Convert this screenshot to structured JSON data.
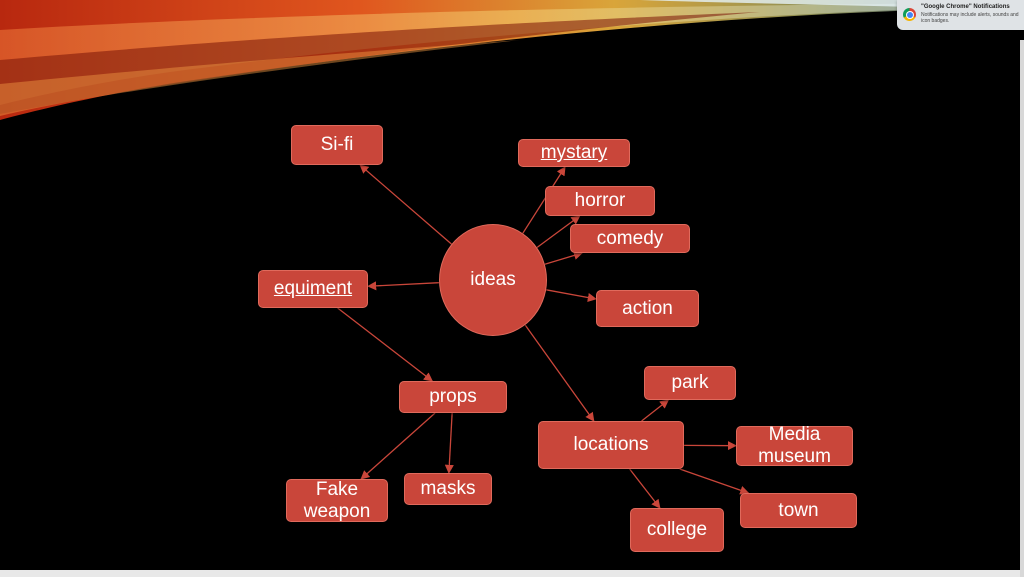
{
  "colors": {
    "node_fill": "#c9463a",
    "connector": "#c9463a",
    "background": "#000000"
  },
  "notification": {
    "icon": "chrome-icon",
    "title": "\"Google Chrome\" Notifications",
    "body": "Notifications may include alerts, sounds and icon badges."
  },
  "diagram": {
    "hub": "ideas",
    "nodes": {
      "scifi": "Si-fi",
      "mystary": "mystary",
      "horror": "horror",
      "comedy": "comedy",
      "action": "action",
      "equiment": "equiment",
      "props": "props",
      "fake_weapon": "Fake weapon",
      "masks": "masks",
      "locations": "locations",
      "park": "park",
      "media_museum": "Media museum",
      "town": "town",
      "college": "college"
    },
    "edges": [
      [
        "ideas",
        "scifi"
      ],
      [
        "ideas",
        "mystary"
      ],
      [
        "ideas",
        "horror"
      ],
      [
        "ideas",
        "comedy"
      ],
      [
        "ideas",
        "action"
      ],
      [
        "ideas",
        "equiment"
      ],
      [
        "ideas",
        "locations"
      ],
      [
        "equiment",
        "props"
      ],
      [
        "props",
        "fake_weapon"
      ],
      [
        "props",
        "masks"
      ],
      [
        "locations",
        "park"
      ],
      [
        "locations",
        "media_museum"
      ],
      [
        "locations",
        "town"
      ],
      [
        "locations",
        "college"
      ]
    ]
  }
}
